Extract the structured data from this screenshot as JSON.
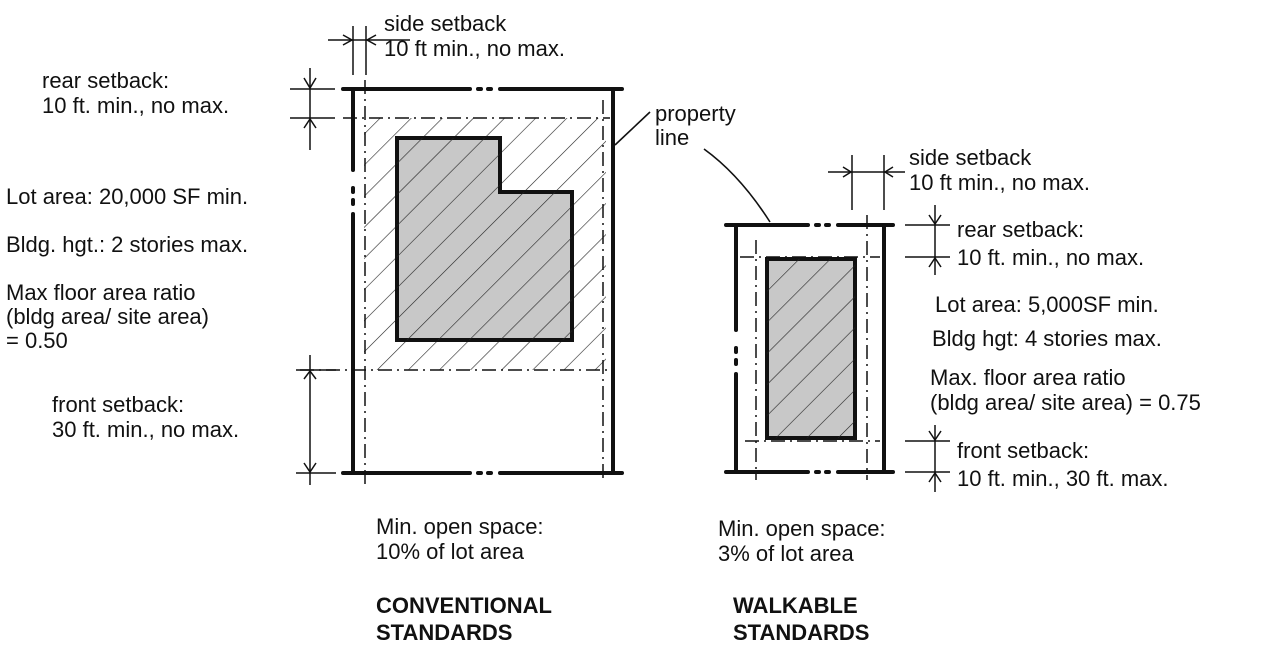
{
  "conventional": {
    "side_setback": {
      "label": "side setback",
      "value": "10 ft min., no max."
    },
    "rear_setback": {
      "label": "rear setback:",
      "value": "10 ft. min., no max."
    },
    "property_line": {
      "line1": "property",
      "line2": "line"
    },
    "lot_area": "Lot area: 20,000 SF min.",
    "bldg_height": "Bldg. hgt.: 2 stories max.",
    "far": {
      "line1": "Max floor area ratio",
      "line2": "(bldg area/ site area)",
      "line3": "= 0.50"
    },
    "front_setback": {
      "label": "front setback:",
      "value": "30 ft. min., no max."
    },
    "open_space": {
      "label": "Min. open space:",
      "value": "10% of lot area"
    },
    "title": {
      "line1": "CONVENTIONAL",
      "line2": "STANDARDS"
    }
  },
  "walkable": {
    "side_setback": {
      "label": "side setback",
      "value": "10 ft min., no max."
    },
    "rear_setback": {
      "label": "rear setback:",
      "value": "10 ft. min., no max."
    },
    "lot_area": "Lot area: 5,000SF min.",
    "bldg_height": "Bldg hgt: 4 stories max.",
    "far": {
      "line1": "Max. floor area ratio",
      "line2": "(bldg area/ site area) = 0.75"
    },
    "front_setback": {
      "label": "front setback:",
      "value": "10 ft. min., 30 ft. max."
    },
    "open_space": {
      "label": "Min. open space:",
      "value": "3% of lot area"
    },
    "title": {
      "line1": "WALKABLE",
      "line2": "STANDARDS"
    }
  },
  "colors": {
    "ink": "#111111",
    "building_fill": "#c8c8c8",
    "hatch": "#222222"
  }
}
